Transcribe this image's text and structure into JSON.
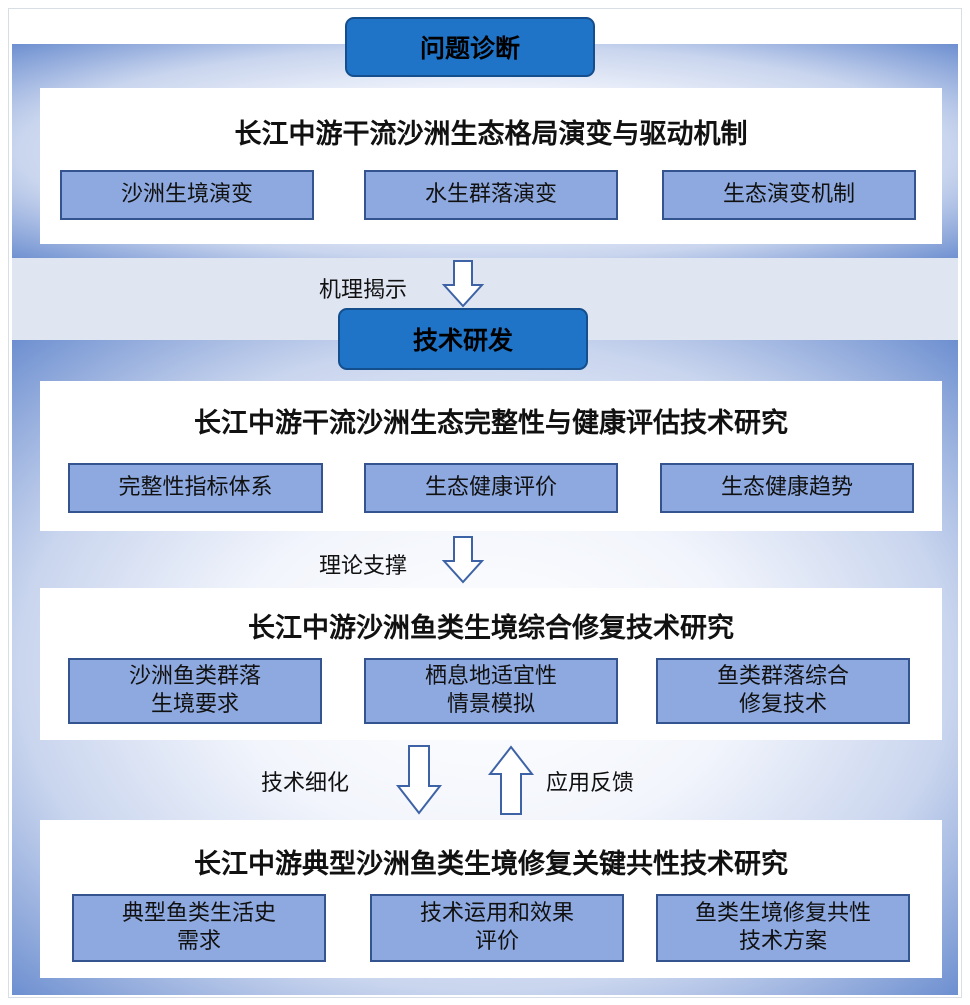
{
  "phase1": {
    "label": "问题诊断",
    "title": "长江中游干流沙洲生态格局演变与驱动机制",
    "boxes": [
      "沙洲生境演变",
      "水生群落演变",
      "生态演变机制"
    ]
  },
  "link1": {
    "label": "机理揭示"
  },
  "phase2": {
    "label": "技术研发"
  },
  "panel2": {
    "title": "长江中游干流沙洲生态完整性与健康评估技术研究",
    "boxes": [
      "完整性指标体系",
      "生态健康评价",
      "生态健康趋势"
    ]
  },
  "link2": {
    "label": "理论支撑"
  },
  "panel3": {
    "title": "长江中游沙洲鱼类生境综合修复技术研究",
    "boxes": [
      {
        "line1": "沙洲鱼类群落",
        "line2": "生境要求"
      },
      {
        "line1": "栖息地适宜性",
        "line2": "情景模拟"
      },
      {
        "line1": "鱼类群落综合",
        "line2": "修复技术"
      }
    ]
  },
  "link3": {
    "down_label": "技术细化",
    "up_label": "应用反馈"
  },
  "panel4": {
    "title": "长江中游典型沙洲鱼类生境修复关键共性技术研究",
    "boxes": [
      {
        "line1": "典型鱼类生活史",
        "line2": "需求"
      },
      {
        "line1": "技术运用和效果",
        "line2": "评价"
      },
      {
        "line1": "鱼类生境修复共性",
        "line2": "技术方案"
      }
    ]
  }
}
